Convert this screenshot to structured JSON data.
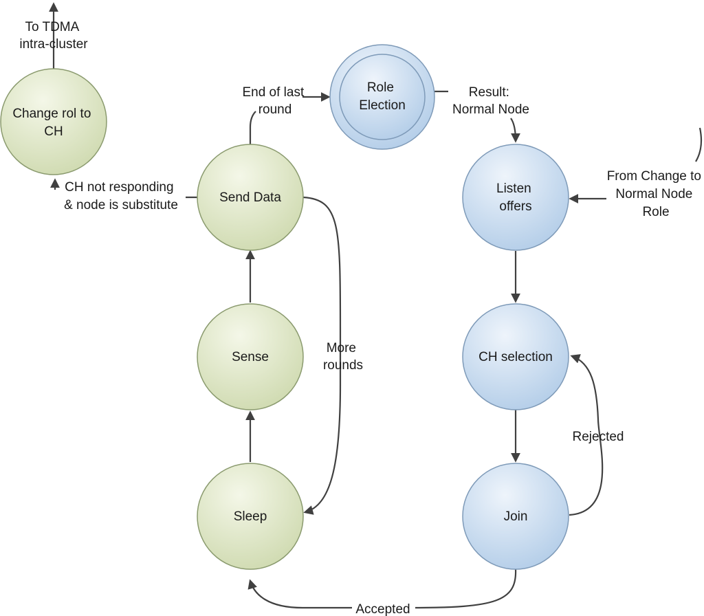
{
  "colors": {
    "green_fill_light": "#f4f7e8",
    "green_fill_dark": "#cfdab0",
    "green_stroke": "#8a9a6e",
    "blue_fill_light": "#eef4fb",
    "blue_fill_dark": "#b3cde8",
    "blue_stroke": "#7e9ab8",
    "edge": "#404040",
    "text": "#1a1a1a"
  },
  "nodes": {
    "change_role_ch": {
      "lines": [
        "Change rol to",
        "CH"
      ]
    },
    "send_data": {
      "lines": [
        "Send Data"
      ]
    },
    "sense": {
      "lines": [
        "Sense"
      ]
    },
    "sleep": {
      "lines": [
        "Sleep"
      ]
    },
    "role_election": {
      "lines": [
        "Role",
        "Election"
      ]
    },
    "listen_offers": {
      "lines": [
        "Listen",
        "offers"
      ]
    },
    "ch_selection": {
      "lines": [
        "CH selection"
      ]
    },
    "join": {
      "lines": [
        "Join"
      ]
    }
  },
  "edge_labels": {
    "to_tdma": [
      "To TDMA",
      "intra-cluster"
    ],
    "end_of_last_round": [
      "End of last",
      "round"
    ],
    "result_normal_node": [
      "Result:",
      "Normal Node"
    ],
    "ch_not_responding": [
      "CH not responding",
      "& node is substitute"
    ],
    "from_change_normal": [
      "From Change to",
      "Normal Node",
      "Role"
    ],
    "more_rounds": [
      "More",
      "rounds"
    ],
    "rejected": [
      "Rejected"
    ],
    "accepted": [
      "Accepted"
    ]
  }
}
